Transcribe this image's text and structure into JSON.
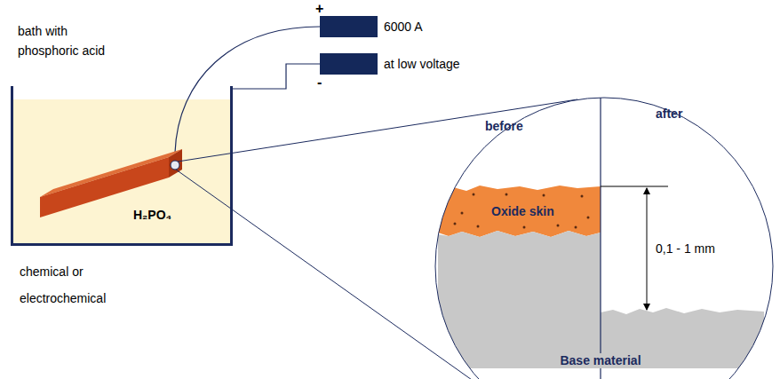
{
  "diagram": {
    "nodes": [
      {
        "text": [
          "H₂PO₄"
        ]
      },
      {
        "text": [
          "Oxide skin"
        ]
      },
      {
        "text": [
          "Base material"
        ]
      }
    ],
    "labels": [
      "bath with phosphoric acid",
      "+",
      "6000 A",
      "-",
      "at low voltage",
      "chemical or electrochemical",
      "before",
      "after",
      "0,1 - 1 mm"
    ]
  }
}
